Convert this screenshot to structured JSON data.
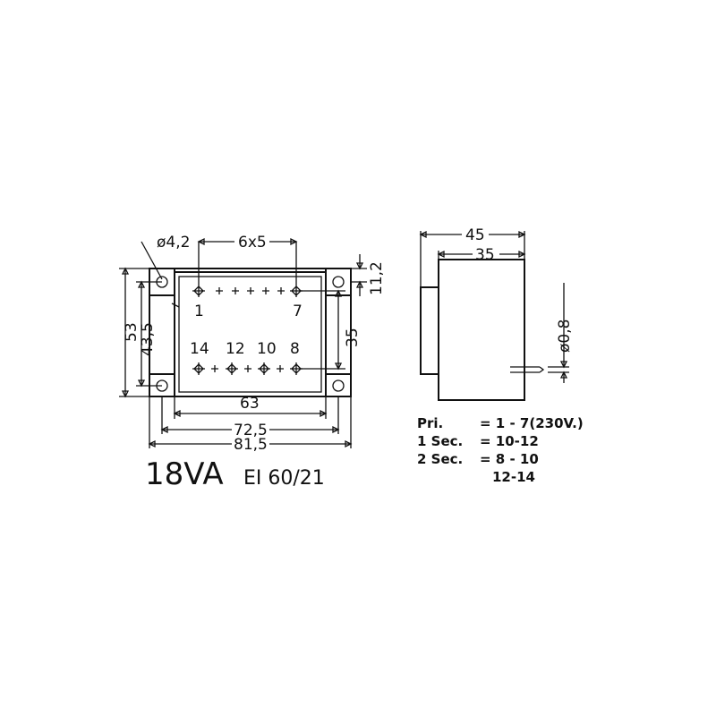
{
  "front_view": {
    "dimensions": {
      "hole_diameter": "ø4,2",
      "pin_pitch": "6x5",
      "top_offset": "11,2",
      "height_outer": "53",
      "height_inner": "43,5",
      "pin_row_spacing": "35",
      "width_inner": "63",
      "width_mid": "72,5",
      "width_outer": "81,5"
    },
    "pins": {
      "pin_1": "1",
      "pin_7": "7",
      "pin_14": "14",
      "pin_12": "12",
      "pin_10": "10",
      "pin_8": "8"
    },
    "rating": "18VA",
    "core": "EI 60/21"
  },
  "side_view": {
    "dimensions": {
      "depth_outer": "45",
      "depth_inner": "35",
      "pin_diameter": "ø0,8"
    }
  },
  "legend": {
    "primary_label": "Pri.",
    "primary_value": "= 1 - 7(230V.)",
    "sec1_label": "1 Sec.",
    "sec1_value": "= 10-12",
    "sec2_label": "2 Sec.",
    "sec2_value": "= 8 - 10",
    "sec2_value_b": "12-14"
  }
}
